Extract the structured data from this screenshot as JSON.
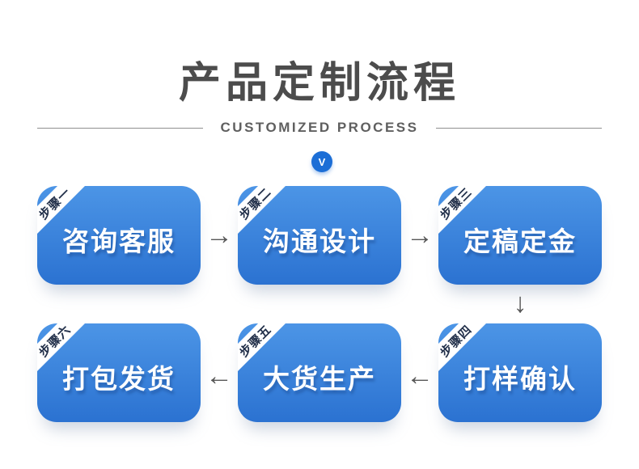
{
  "header": {
    "title": "产品定制流程",
    "subtitle": "CUSTOMIZED PROCESS",
    "badge_letter": "V"
  },
  "colors": {
    "box_gradient_top": "#4C95E6",
    "box_gradient_bottom": "#2B72D1",
    "ribbon_text": "#22304a",
    "title_text": "#4c4c4c",
    "subtitle_text": "#5f5f5f",
    "arrow": "#575757",
    "badge_circle": "#1c6ed6"
  },
  "steps": [
    {
      "badge": "步骤一",
      "label": "咨询客服"
    },
    {
      "badge": "步骤二",
      "label": "沟通设计"
    },
    {
      "badge": "步骤三",
      "label": "定稿定金"
    },
    {
      "badge": "步骤四",
      "label": "打样确认"
    },
    {
      "badge": "步骤五",
      "label": "大货生产"
    },
    {
      "badge": "步骤六",
      "label": "打包发货"
    }
  ],
  "arrows": {
    "right": "→",
    "left": "←",
    "down": "↓"
  }
}
